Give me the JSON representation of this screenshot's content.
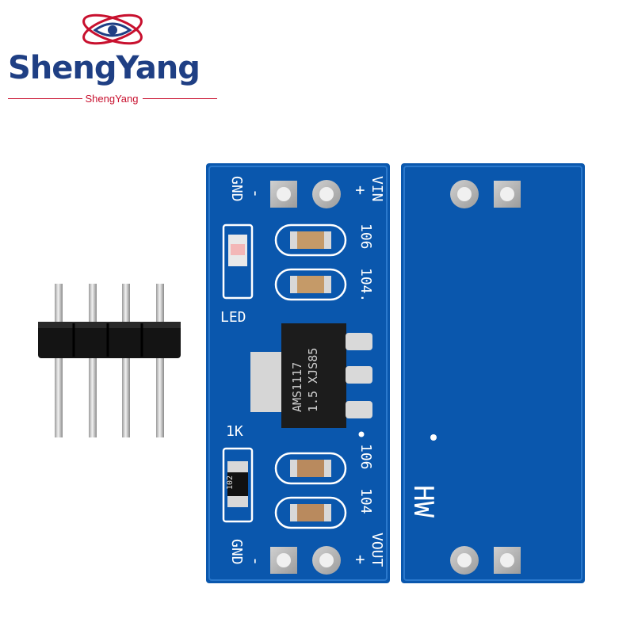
{
  "brand": {
    "name": "ShengYang",
    "subname": "ShengYang",
    "colors": {
      "primary": "#1f3f84",
      "accent": "#c8102e"
    },
    "icon": "eye-orbit-logo"
  },
  "module_front": {
    "pcb_color": "#0a57ad",
    "labels": {
      "gnd_top": "GND",
      "minus_top": "-",
      "vin": "VIN",
      "plus_top": "+",
      "cap_106_top": "106",
      "cap_104_top": "104.",
      "led": "LED",
      "resistor": "1K",
      "cap_106_bottom": "106",
      "cap_104_bottom": "104",
      "gnd_bottom": "GND",
      "minus_bottom": "-",
      "vout": "VOUT",
      "plus_bottom": "+"
    },
    "regulator": {
      "line1": "AMS1117",
      "line2": "1.5 XJS85"
    },
    "resistor_code": "102"
  },
  "module_back": {
    "pcb_color": "#0a57ad",
    "label": "HW"
  },
  "header_pins": {
    "count": 4
  }
}
